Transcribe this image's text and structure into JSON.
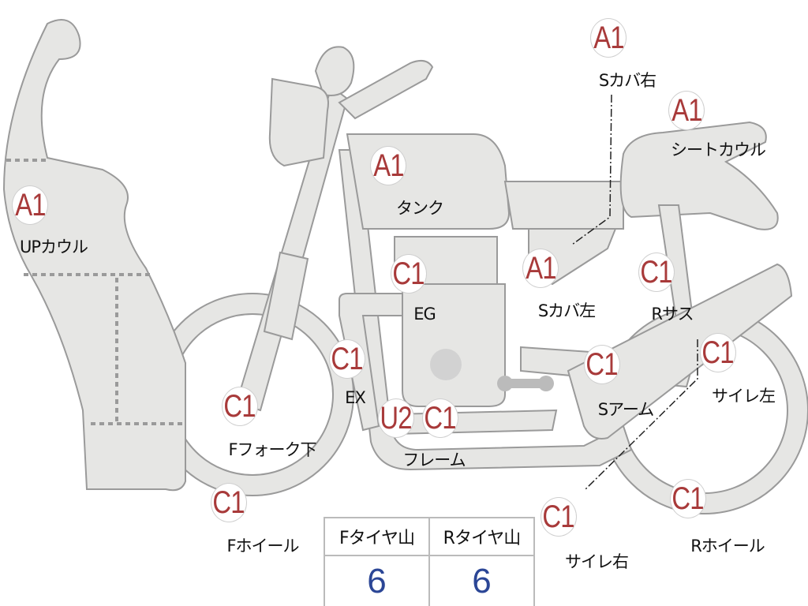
{
  "parts": [
    {
      "id": "up-cowl",
      "grade": "A1",
      "label": "UPカウル"
    },
    {
      "id": "tank",
      "grade": "A1",
      "label": "タンク"
    },
    {
      "id": "side-cover-right",
      "grade": "A1",
      "label": "Sカバ右"
    },
    {
      "id": "seat-cowl",
      "grade": "A1",
      "label": "シートカウル"
    },
    {
      "id": "side-cover-left",
      "grade": "A1",
      "label": "Sカバ左"
    },
    {
      "id": "engine",
      "grade": "C1",
      "label": "EG"
    },
    {
      "id": "rear-suspension",
      "grade": "C1",
      "label": "Rサス"
    },
    {
      "id": "exhaust",
      "grade": "C1",
      "label": "EX"
    },
    {
      "id": "swing-arm",
      "grade": "C1",
      "label": "Sアーム"
    },
    {
      "id": "silencer-left",
      "grade": "C1",
      "label": "サイレ左"
    },
    {
      "id": "front-fork-lower",
      "grade": "C1",
      "label": "Fフォーク下"
    },
    {
      "id": "frame",
      "grade": "U2",
      "grade2": "C1",
      "label": "フレーム"
    },
    {
      "id": "front-wheel",
      "grade": "C1",
      "label": "Fホイール"
    },
    {
      "id": "silencer-right",
      "grade": "C1",
      "label": "サイレ右"
    },
    {
      "id": "rear-wheel",
      "grade": "C1",
      "label": "Rホイール"
    }
  ],
  "tire_table": {
    "headers": [
      "Fタイヤ山",
      "Rタイヤ山"
    ],
    "values": [
      "6",
      "6"
    ]
  },
  "colors": {
    "grade_text": "#a83a3a",
    "tire_value": "#2b4696",
    "part_fill": "#e6e6e4"
  }
}
